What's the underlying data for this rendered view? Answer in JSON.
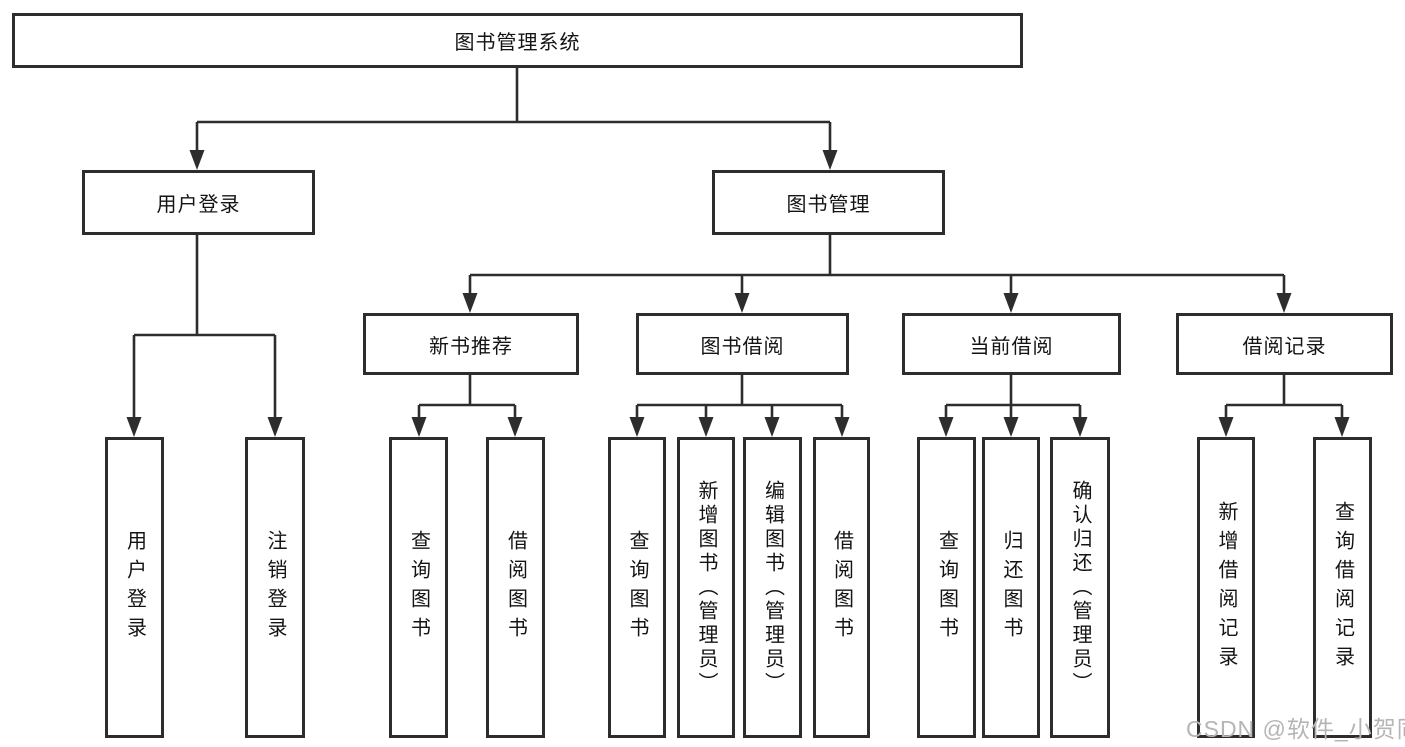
{
  "diagram": {
    "root": {
      "label": "图书管理系统"
    },
    "level2": [
      {
        "label": "用户登录"
      },
      {
        "label": "图书管理"
      }
    ],
    "level3": [
      {
        "label": "新书推荐"
      },
      {
        "label": "图书借阅"
      },
      {
        "label": "当前借阅"
      },
      {
        "label": "借阅记录"
      }
    ],
    "leaves": {
      "user_login": [
        "用户登录",
        "注销登录"
      ],
      "new_book": [
        "查询图书",
        "借阅图书"
      ],
      "book_borrow": [
        "查询图书",
        "新增图书（管理员）",
        "编辑图书（管理员）",
        "借阅图书"
      ],
      "current_borrow": [
        "查询图书",
        "归还图书",
        "确认归还（管理员）"
      ],
      "borrow_records": [
        "新增借阅记录",
        "查询借阅记录"
      ]
    }
  },
  "watermark": "CSDN @软件_小贺同学",
  "colors": {
    "line": "#2d2d2d",
    "box_border": "#2d2d2d",
    "text": "#141414",
    "watermark": "#b5b5b5",
    "background": "#ffffff"
  }
}
